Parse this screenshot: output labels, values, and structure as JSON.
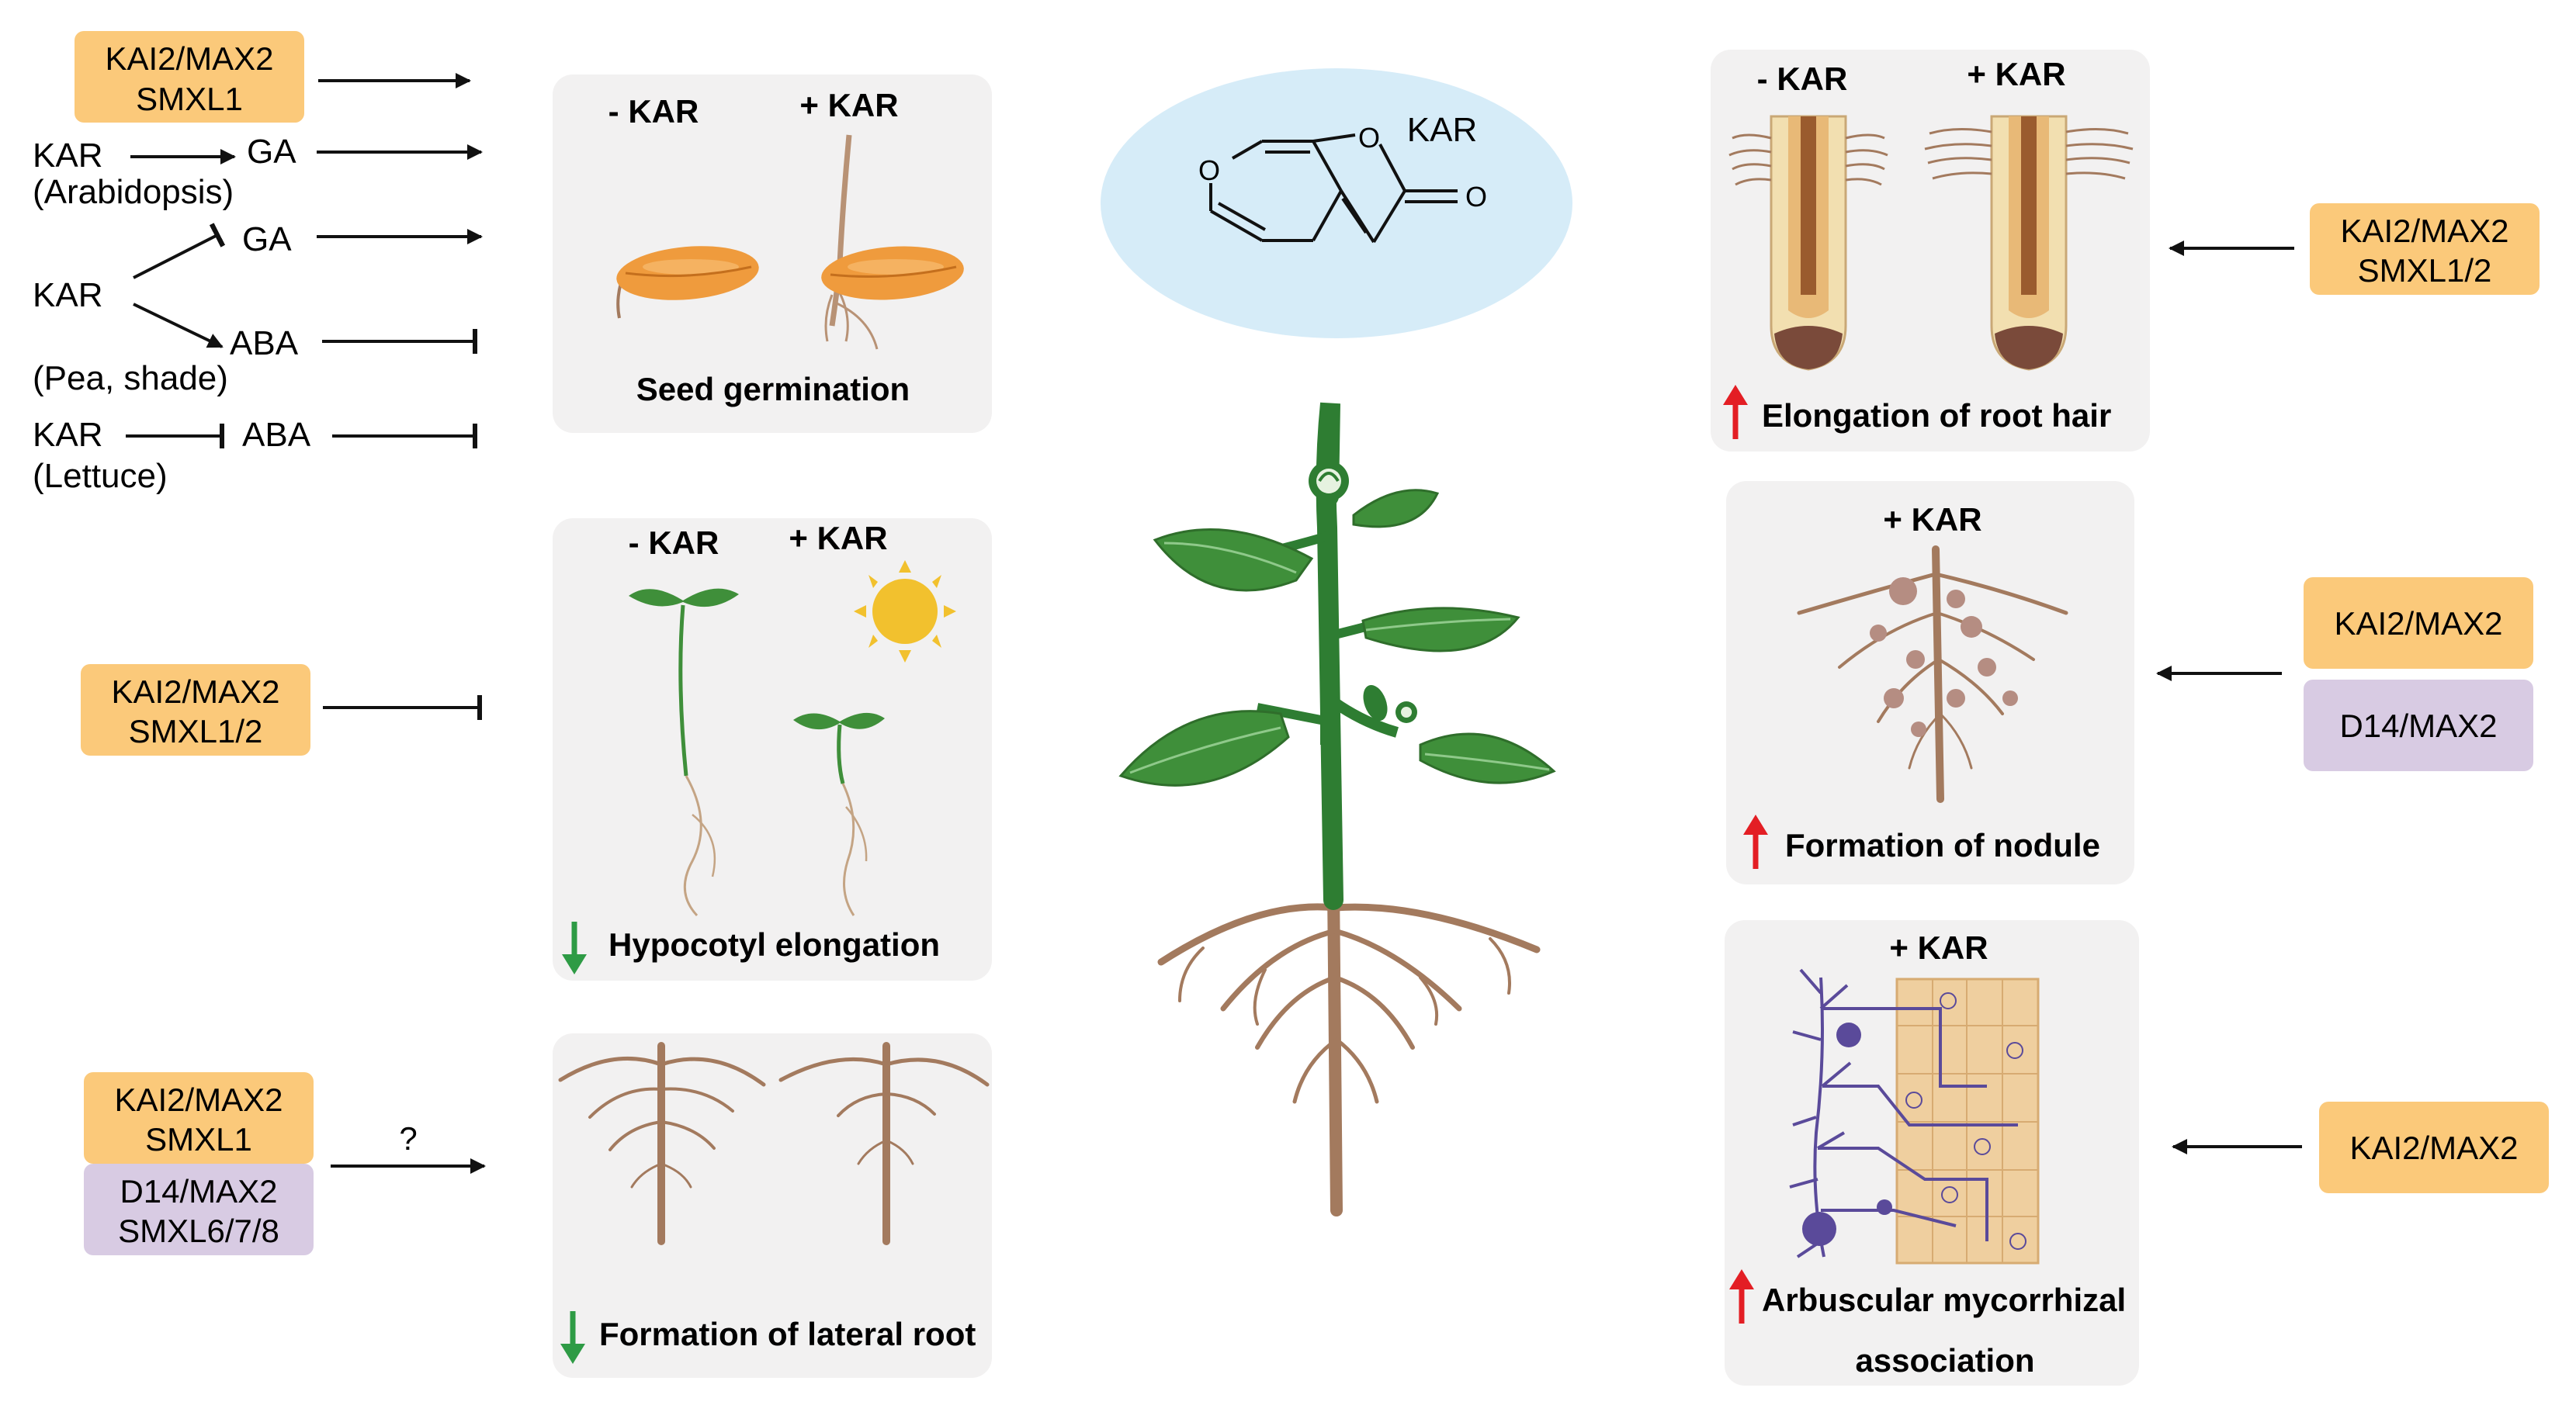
{
  "colors": {
    "orange_box": "#fbc97a",
    "purple_box": "#d8cbe3",
    "panel_bg": "#f2f1f1",
    "oval_bg": "#d6ecf8",
    "seed": "#ef9b3d",
    "root": "#a37a5e",
    "leaf": "#3f8f3a",
    "stem": "#2e7d32",
    "sun": "#f2c12e",
    "fungus": "#5a4a9a",
    "red_arrow": "#e31e24",
    "green_arrow": "#2e9b45"
  },
  "left": {
    "block1": {
      "line1": "KAI2/MAX2",
      "line2": "SMXL1"
    },
    "arabidopsis": {
      "kar": "KAR",
      "ga": "GA",
      "species": "(Arabidopsis)"
    },
    "pea": {
      "kar": "KAR",
      "ga": "GA",
      "aba": "ABA",
      "species": "(Pea, shade)"
    },
    "lettuce": {
      "kar": "KAR",
      "aba": "ABA",
      "species": "(Lettuce)"
    },
    "block2": {
      "line1": "KAI2/MAX2",
      "line2": "SMXL1/2"
    },
    "block3": {
      "line1": "KAI2/MAX2",
      "line2": "SMXL1",
      "line3": "D14/MAX2",
      "line4": "SMXL6/7/8",
      "question": "?"
    }
  },
  "panels": {
    "seed": {
      "minus": "- KAR",
      "plus": "+ KAR",
      "caption": "Seed germination"
    },
    "hypocotyl": {
      "minus": "- KAR",
      "plus": "+ KAR",
      "caption": "Hypocotyl elongation"
    },
    "lateral": {
      "caption": "Formation of lateral root"
    },
    "roothair": {
      "minus": "- KAR",
      "plus": "+ KAR",
      "caption": "Elongation of root hair"
    },
    "nodule": {
      "plus": "+ KAR",
      "caption": "Formation of nodule"
    },
    "amf": {
      "plus": "+ KAR",
      "caption1": "Arbuscular mycorrhizal",
      "caption2": "association"
    }
  },
  "center": {
    "molecule_label": "KAR",
    "atom_o1": "O",
    "atom_o2": "O",
    "atom_o3": "O"
  },
  "right": {
    "block1": {
      "line1": "KAI2/MAX2",
      "line2": "SMXL1/2"
    },
    "block2": {
      "line1": "KAI2/MAX2",
      "line2": "D14/MAX2"
    },
    "block3": {
      "line1": "KAI2/MAX2"
    }
  }
}
